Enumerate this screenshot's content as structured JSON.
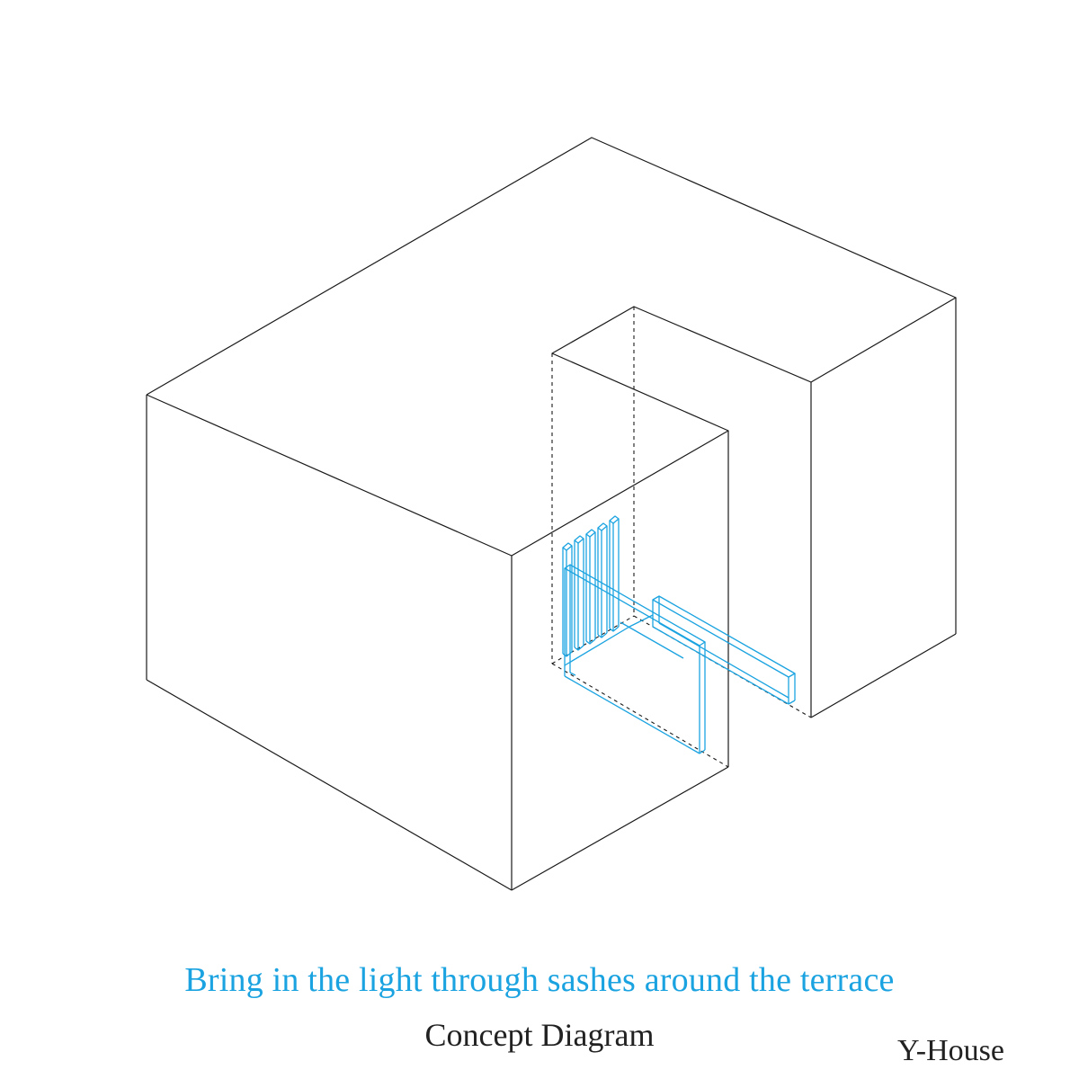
{
  "caption": "Bring in the light through sashes around the terrace",
  "subtitle": "Concept Diagram",
  "project_name": "Y-House",
  "colors": {
    "building_line": "#1a1a1a",
    "sash_line": "#1aa3e0",
    "caption_text": "#1aa3e0",
    "body_text": "#222222",
    "background": "#ffffff"
  }
}
